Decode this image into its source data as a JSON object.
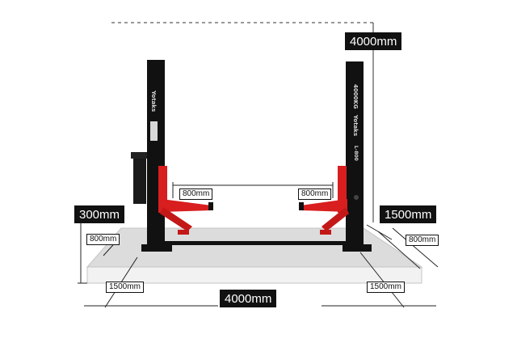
{
  "diagram": {
    "labels": {
      "height_total": "4000mm",
      "height_lift": "300mm",
      "depth_right": "1500mm",
      "arm_left": "800mm",
      "arm_right": "800mm",
      "side_left": "800mm",
      "side_right": "800mm",
      "base_left": "1500mm",
      "base_right": "1500mm",
      "width_total": "4000mm"
    },
    "post_text": {
      "brand_left": "Yotaks",
      "brand_right": "Yotaks",
      "capacity": "4000KG",
      "model": "L-800"
    },
    "colors": {
      "post": "#111111",
      "arm": "#d81e1e",
      "floor": "#d9d9d9",
      "floor_edge": "#bdbdbd",
      "line": "#222222"
    }
  }
}
